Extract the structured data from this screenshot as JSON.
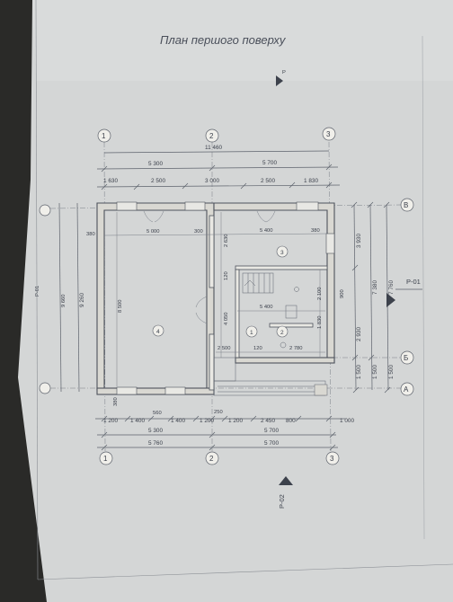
{
  "title": "План першого поверху",
  "north_label": "Р",
  "axes": {
    "vertical": [
      "1",
      "2",
      "3"
    ],
    "horizontal": [
      "В",
      "Б",
      "А"
    ]
  },
  "dims": {
    "top_total": "11 460",
    "top_row1": [
      "5 300",
      "5 700"
    ],
    "top_row2": [
      "1 630",
      "2 500",
      "3 000",
      "2 500",
      "1 830"
    ],
    "bottom_row1": [
      "1 200",
      "1 400",
      "560",
      "1 400",
      "1 200",
      "1 200",
      "2 450",
      "800",
      "1 000"
    ],
    "bottom_250": "250",
    "bottom_row2": [
      "5 300",
      "5 700"
    ],
    "bottom_row3": [
      "5 760",
      "5 700"
    ],
    "right_row1": [
      "3 930",
      "2 930",
      "1 500"
    ],
    "right_total": "7 380",
    "right_outer": "7 760",
    "right_bottom": "1 500",
    "left_total": "9 260",
    "left_outer": "9 660",
    "interior": [
      "380",
      "5 000",
      "300",
      "5 400",
      "380",
      "2 630",
      "120",
      "8 500",
      "5 400",
      "4 050",
      "2 100",
      "900",
      "1 830",
      "2 500",
      "120",
      "2 780",
      "380"
    ]
  },
  "rooms": [
    "1",
    "2",
    "3",
    "4"
  ],
  "sections": {
    "right": "Р-01",
    "left": "Р-01",
    "bottom": "Р-02"
  }
}
